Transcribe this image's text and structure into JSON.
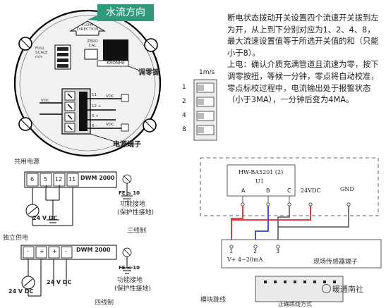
{
  "flow_direction_callout": "水流方向",
  "meter": {
    "flow_direction_label": "FLOW\nDIRECTION",
    "full_scale_label": "FULL\nSCALE\nm/s",
    "zero_cal_label": "ZERO\nCAL",
    "brand": "KRONHE",
    "zero_key_label": "调零键",
    "terminal_block_label": "电源端子",
    "vdc_label": "VDC",
    "terminals": [
      "11",
      "12 +",
      "5 +",
      "6 -"
    ]
  },
  "dip_switch": {
    "unit": "1m/s",
    "positions": [
      "1",
      "2",
      "4",
      "8"
    ]
  },
  "description": "断电状态拨动开关设置四个流速开关拨到左为开，从上到下分别对应为1、2、4、8，最大流速设置值等于所选开关值的和（只能小于8）。\n上电：确认介质充满管道且流速为零，按下调零按扭，等候一分钟，零点将自动校准，零点标校过程中，电流输出处于报警状态（小于3MA），一分钟后变为4MA。",
  "three_wire": {
    "title": "共用电源",
    "model": "DWM 2000",
    "terminals": [
      "6",
      "5",
      "12",
      "11"
    ],
    "terminal_marks": [
      "",
      "+",
      "+",
      ""
    ],
    "fe": "FE ≤ 10",
    "ground_label_1": "功能接地",
    "ground_label_2": "(保护性接地)",
    "supply": "24 V DC",
    "caption": "三线制"
  },
  "four_wire": {
    "title": "独立供电",
    "model": "DWM 2000",
    "terminal_marks": [
      "-",
      "+",
      "+",
      "-"
    ],
    "fe": "FE ≤ 10",
    "ground_label_1": "功能接地",
    "ground_label_2": "(保护性接地)",
    "supply_left": "24 V DC",
    "supply_right": "24 V DC",
    "caption": "四线制"
  },
  "module": {
    "model": "HW-BA5201 (2)",
    "unit": "U1",
    "pins": [
      "A",
      "B",
      "C"
    ],
    "supply_pin": "24VDC",
    "gnd_pin": "GND",
    "sensor_terminals": [
      "1",
      "2",
      "3"
    ],
    "sensor_signal": "V+  4~20mA",
    "sensor_label": "现场传感器端子",
    "jumper_label": "模块跳线",
    "jumper_method": "正确跳线方式",
    "watermark": "暖通南社"
  },
  "colors": {
    "callout_bg": "#2e9a7b",
    "wire_red": "#e0282e",
    "wire_blue": "#2a3fd0"
  }
}
